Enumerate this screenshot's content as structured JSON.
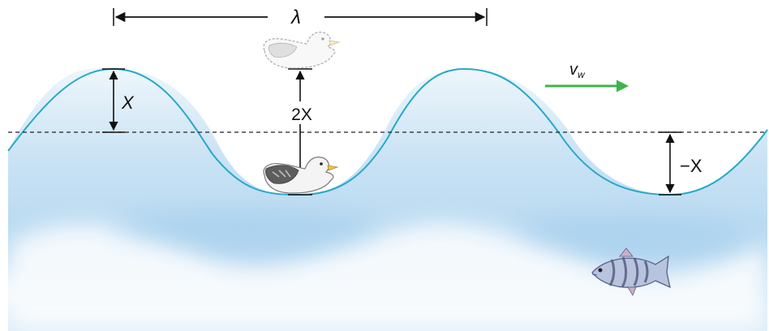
{
  "labels": {
    "wavelength": "λ",
    "amplitude": "X",
    "double_amplitude": "2X",
    "negative_amplitude": "−X",
    "wave_velocity_main": "v",
    "wave_velocity_sub": "w"
  },
  "colors": {
    "wave_line": "#26a9c8",
    "water_light": "#eef6fb",
    "water_mid": "#c6e0f3",
    "water_dark": "#a9d1ee",
    "velocity_arrow": "#3bb54a",
    "dimension_line": "#111111",
    "equilibrium_dashes": "#222222"
  },
  "icons": {
    "duck_at_crest": "ghost-duck-icon",
    "duck_in_trough": "duck-icon",
    "fish": "fish-icon"
  }
}
